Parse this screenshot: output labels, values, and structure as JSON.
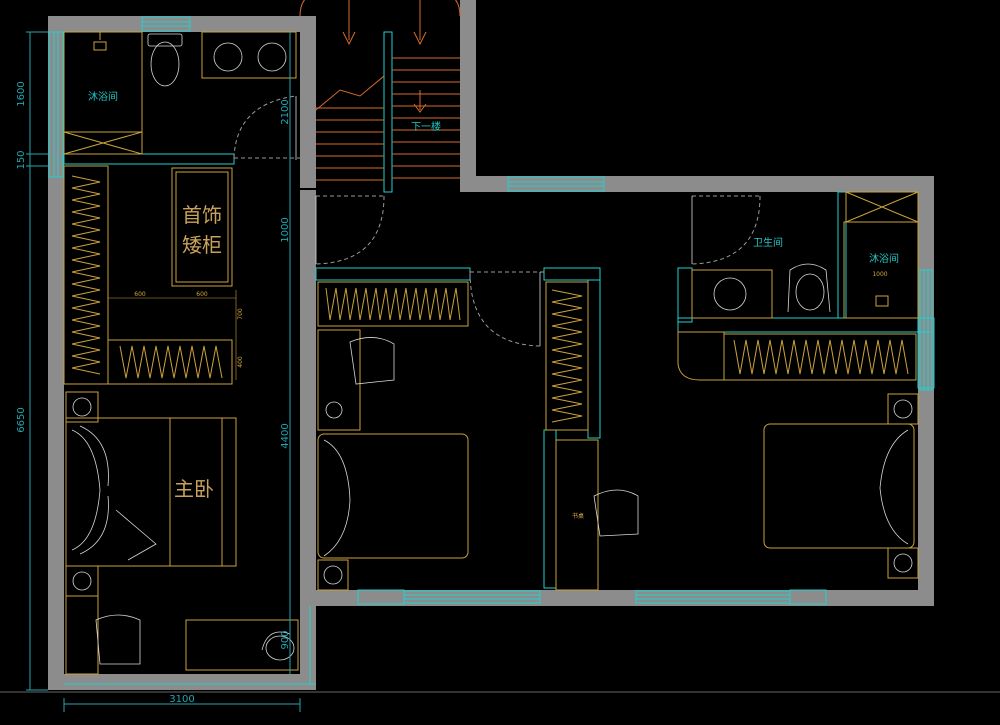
{
  "plan": {
    "rooms": {
      "shower_left": "沐浴间",
      "jewelry_cabinet_line1": "首饰",
      "jewelry_cabinet_line2": "矮柜",
      "master_bedroom": "主卧",
      "downstairs": "下一楼",
      "bathroom_right": "卫生间",
      "shower_right": "沐浴间",
      "desk": "书桌"
    },
    "dimensions": {
      "left_1600": "1600",
      "left_150": "150",
      "left_6650": "6650",
      "bottom_3100": "3100",
      "mid_2100": "2100",
      "mid_1000": "1000",
      "mid_4400": "4400",
      "mid_900": "900",
      "cab_600a": "600",
      "cab_600b": "600",
      "cab_700": "700",
      "cab_400": "400",
      "shower_1000": "1000"
    }
  }
}
